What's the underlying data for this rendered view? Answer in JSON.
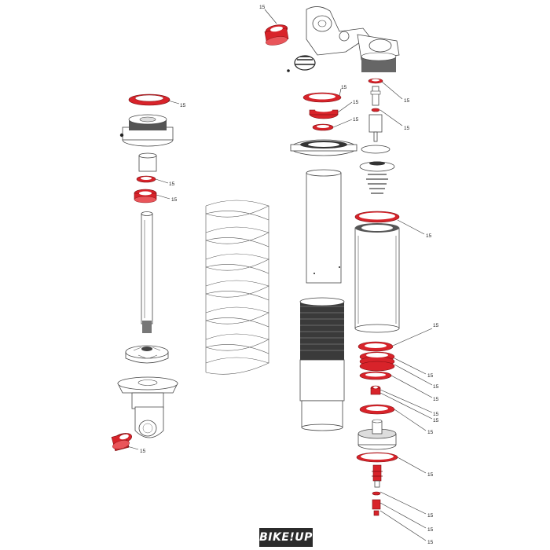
{
  "callouts": [
    {
      "id": "seal-top-head",
      "text": "15"
    },
    {
      "id": "ring-left-top",
      "text": "15"
    },
    {
      "id": "ring-left-small",
      "text": "15"
    },
    {
      "id": "ring-left-cup",
      "text": "15"
    },
    {
      "id": "ring-mid-1",
      "text": "15"
    },
    {
      "id": "ring-mid-2",
      "text": "15"
    },
    {
      "id": "ring-mid-3",
      "text": "15"
    },
    {
      "id": "oring-valve-top",
      "text": "15"
    },
    {
      "id": "oring-valve-2",
      "text": "15"
    },
    {
      "id": "ring-airsleeve-top",
      "text": "15"
    },
    {
      "id": "ring-stack-top",
      "text": "15"
    },
    {
      "id": "ring-stack-2",
      "text": "15"
    },
    {
      "id": "ring-stack-3",
      "text": "15"
    },
    {
      "id": "ring-stack-4",
      "text": "15"
    },
    {
      "id": "ring-stack-5",
      "text": "15"
    },
    {
      "id": "ring-stack-6",
      "text": "15"
    },
    {
      "id": "ring-piston-large",
      "text": "15"
    },
    {
      "id": "oring-bottom-1",
      "text": "15"
    },
    {
      "id": "oring-bottom-2",
      "text": "15"
    },
    {
      "id": "oring-bottom-3",
      "text": "15"
    },
    {
      "id": "bushing-bottom-left",
      "text": "15"
    }
  ],
  "watermark": {
    "text": "BIKE!UP"
  },
  "colors": {
    "highlight": "#d8232a",
    "outline": "#444444"
  }
}
